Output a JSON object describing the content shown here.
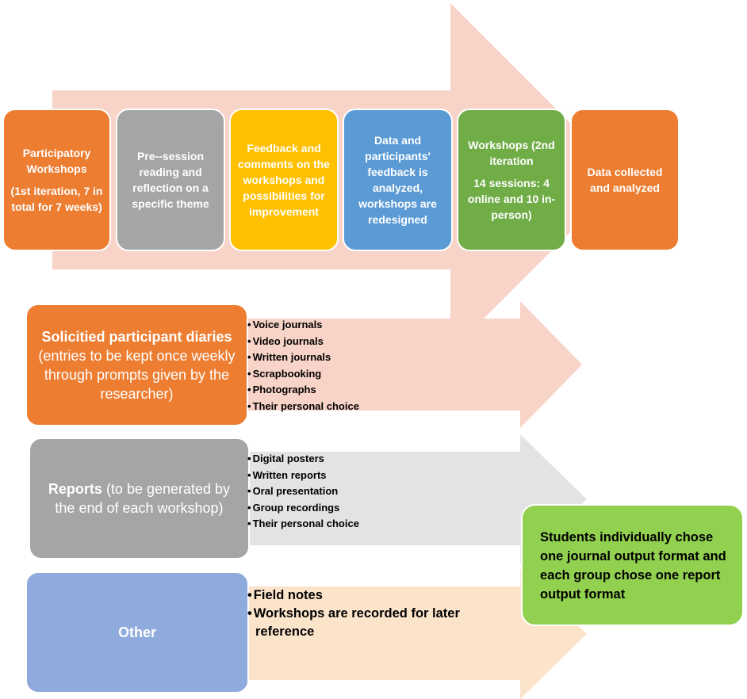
{
  "colors": {
    "orange": "#ED7D31",
    "gray": "#A5A5A5",
    "yellow": "#FFC000",
    "blue": "#5B9BD5",
    "green": "#70AD47",
    "light_blue": "#8FAADC",
    "light_green": "#92D050",
    "arrow_pink": "#F8D3C7",
    "arrow_gray": "#E3E3E3",
    "arrow_peach": "#FCE4CB"
  },
  "process": [
    {
      "lines": [
        "Participatory Workshops",
        "(1st iteration, 7 in total for 7 weeks)"
      ]
    },
    {
      "lines": [
        "Pre--session reading and reflection on a specific theme"
      ]
    },
    {
      "lines": [
        "Feedback and comments on the workshops and possibilities for improvement"
      ]
    },
    {
      "lines": [
        "Data and participants' feedback is analyzed, workshops are redesigned"
      ]
    },
    {
      "lines": [
        "Workshops (2nd iteration",
        "14 sessions: 4 online and 10 in-person)"
      ]
    },
    {
      "lines": [
        "Data collected and analyzed"
      ]
    }
  ],
  "diaries": {
    "title": "Solicitied participant diaries",
    "detail": " (entries to be kept once weekly through prompts given by the researcher)",
    "items": [
      "Voice journals",
      "Video journals",
      "Written journals",
      "Scrapbooking",
      "Photographs",
      "Their personal choice"
    ]
  },
  "reports": {
    "title": "Reports",
    "detail": " (to be generated by the end of each workshop)",
    "items": [
      "Digital posters",
      "Written reports",
      "Oral presentation",
      "Group recordings",
      "Their personal choice"
    ]
  },
  "other": {
    "title": "Other",
    "items": [
      "Field notes",
      "Workshops are recorded for later reference"
    ]
  },
  "outcome": "Students individually chose one journal output format and each group chose one report output format"
}
